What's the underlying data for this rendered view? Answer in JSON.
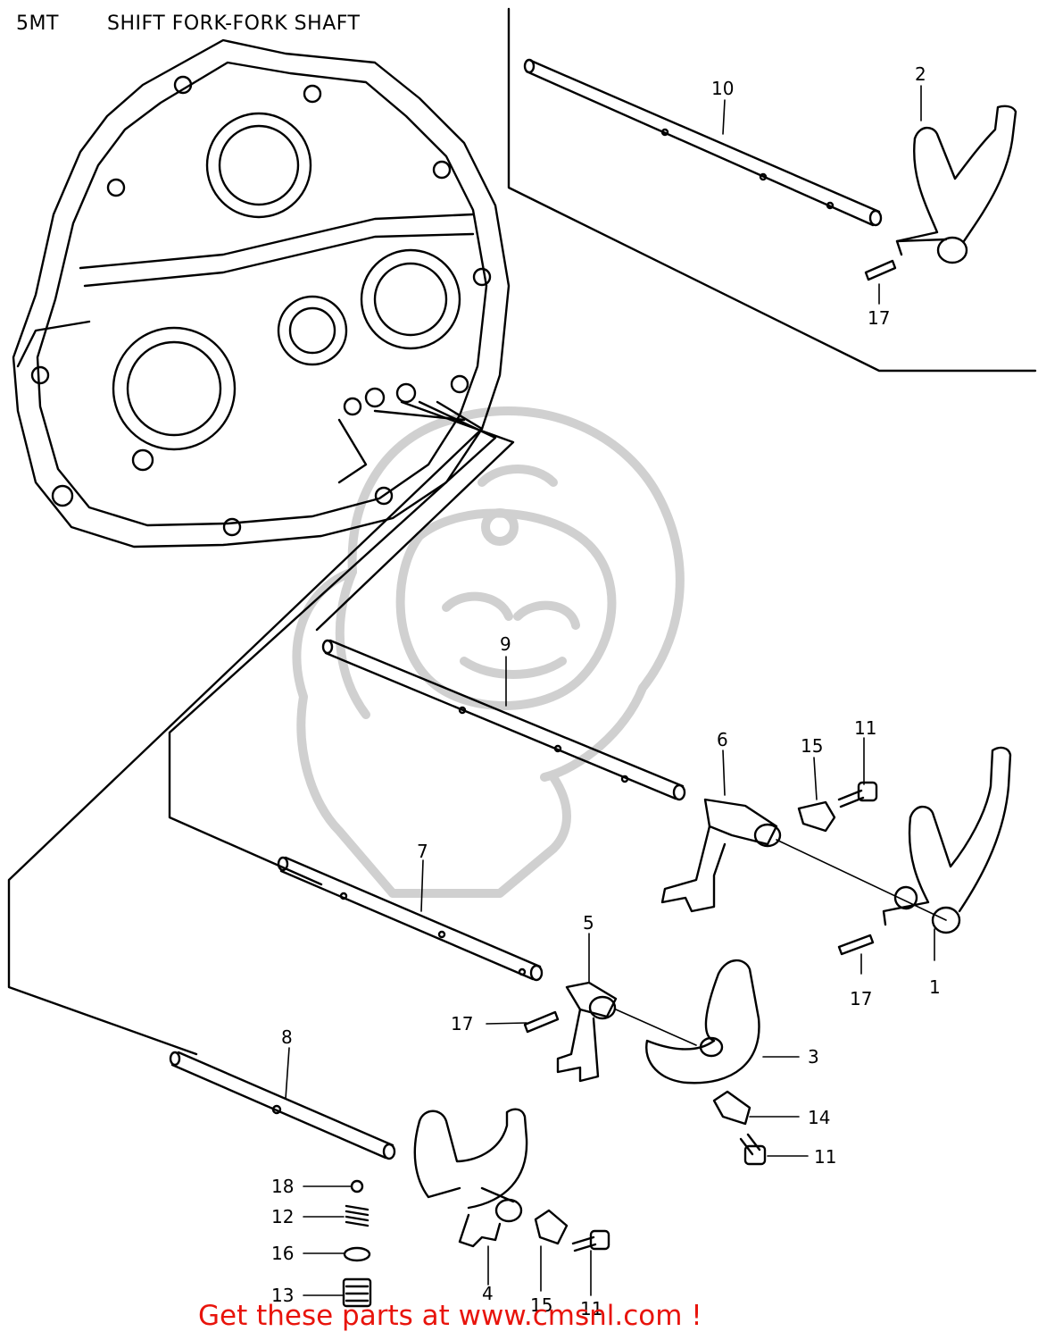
{
  "header": {
    "code": "5MT",
    "title": "SHIFT FORK-FORK SHAFT"
  },
  "callouts": [
    "1",
    "2",
    "3",
    "4",
    "5",
    "6",
    "7",
    "8",
    "9",
    "10",
    "11",
    "12",
    "13",
    "14",
    "15",
    "16",
    "17",
    "18"
  ],
  "promo": {
    "text": "Get these parts at www.cmsnl.com !",
    "color": "#e8140c"
  },
  "colors": {
    "line": "#000000",
    "watermark": "#d0d0d0",
    "background": "#ffffff"
  }
}
